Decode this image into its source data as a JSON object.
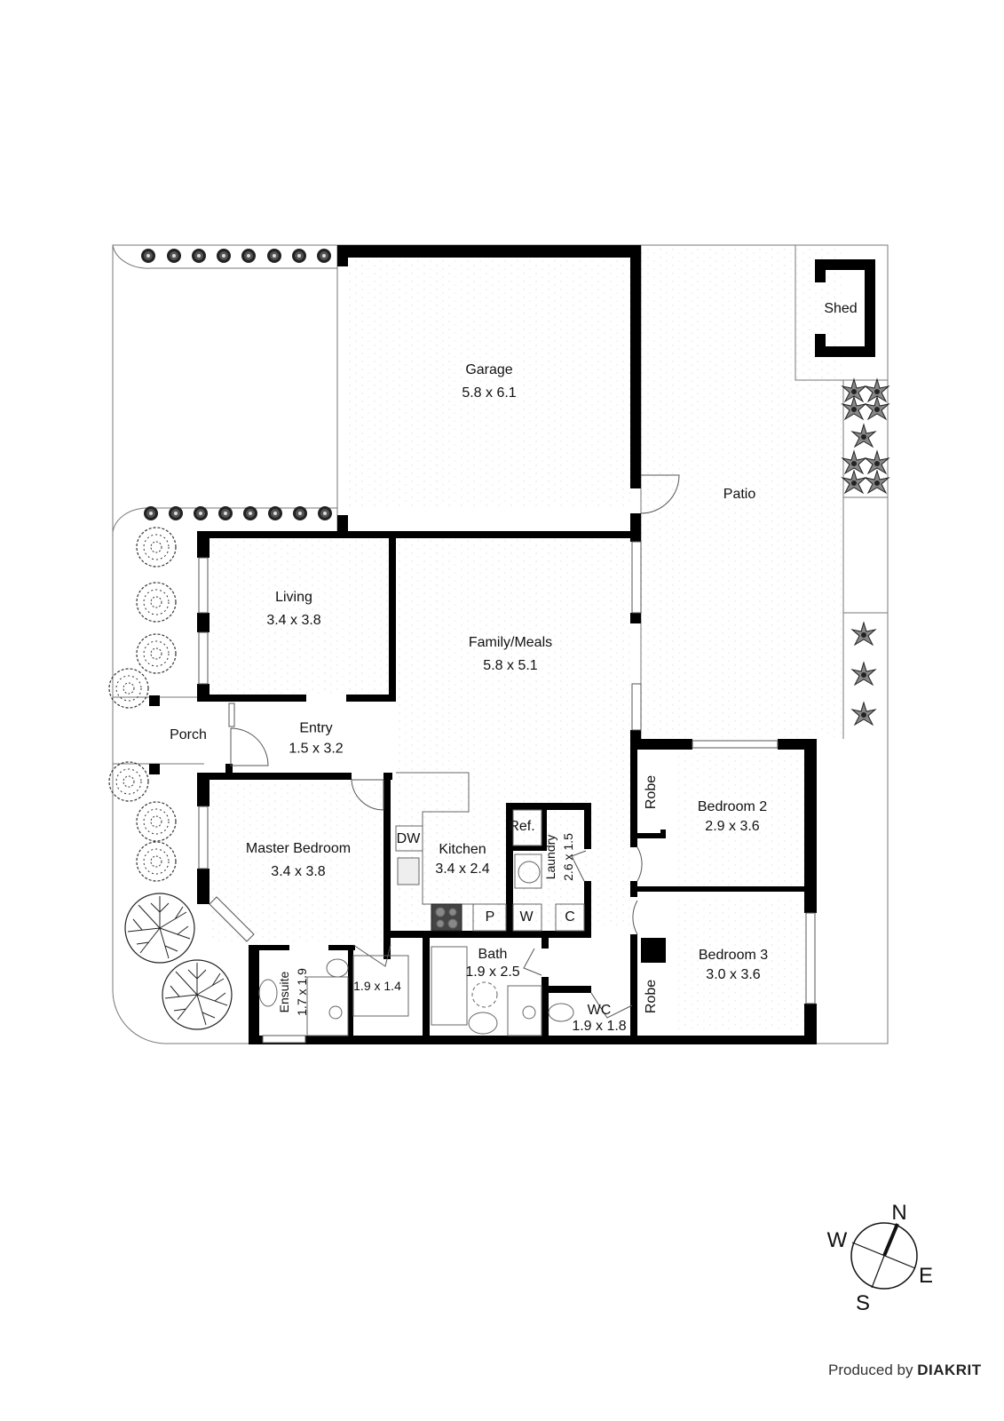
{
  "plan": {
    "rooms": {
      "garage": {
        "name": "Garage",
        "dims": "5.8 x 6.1"
      },
      "patio": {
        "name": "Patio"
      },
      "shed": {
        "name": "Shed"
      },
      "living": {
        "name": "Living",
        "dims": "3.4 x 3.8"
      },
      "family": {
        "name": "Family/Meals",
        "dims": "5.8 x 5.1"
      },
      "porch": {
        "name": "Porch"
      },
      "entry": {
        "name": "Entry",
        "dims": "1.5 x 3.2"
      },
      "master": {
        "name": "Master Bedroom",
        "dims": "3.4 x 3.8"
      },
      "kitchen": {
        "name": "Kitchen",
        "dims": "3.4 x 2.4"
      },
      "laundry": {
        "name": "Laundry",
        "dims": "2.6 x 1.5"
      },
      "bedroom2": {
        "name": "Bedroom 2",
        "dims": "2.9 x 3.6"
      },
      "bedroom3": {
        "name": "Bedroom 3",
        "dims": "3.0 x 3.6"
      },
      "robe1": {
        "name": "Robe"
      },
      "robe2": {
        "name": "Robe"
      },
      "ensuite": {
        "name": "Ensuite",
        "dims": "1.7 x 1.9"
      },
      "wir": {
        "dims": "1.9 x 1.4"
      },
      "bath": {
        "name": "Bath",
        "dims": "1.9 x 2.5"
      },
      "wc": {
        "name": "WC",
        "dims": "1.9 x 1.8"
      }
    },
    "fixtures": {
      "dishwasher": "DW",
      "fridge": "Ref.",
      "pantry": "P",
      "washer": "W",
      "cupboard": "C"
    }
  },
  "compass": {
    "n": "N",
    "e": "E",
    "s": "S",
    "w": "W"
  },
  "credit": {
    "prefix": "Produced by",
    "brand": "DIAKRIT"
  },
  "colors": {
    "wall": "#000000",
    "outline": "#777777",
    "floor_hatch": "#d9c9e6"
  }
}
